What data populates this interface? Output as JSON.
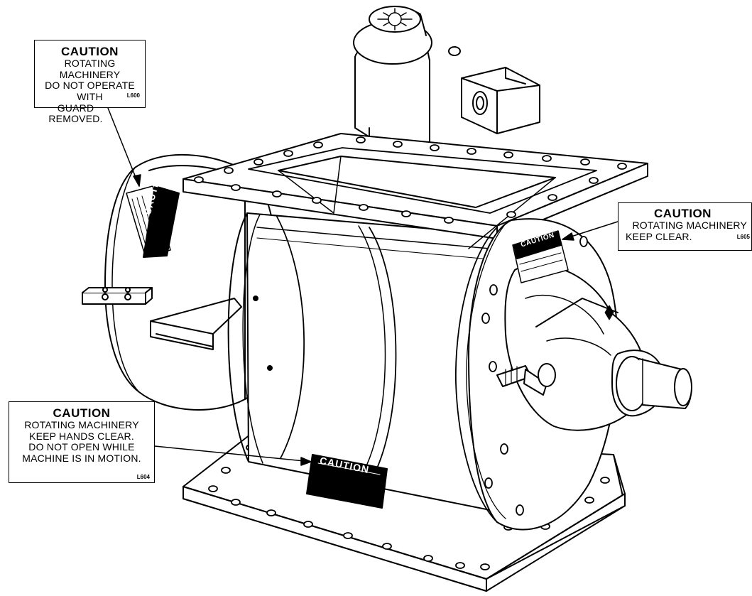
{
  "callouts": {
    "guard": {
      "title": "CAUTION",
      "lines": [
        "ROTATING MACHINERY",
        "DO NOT OPERATE WITH",
        "GUARD REMOVED."
      ],
      "code": "L600"
    },
    "end_plate": {
      "title": "CAUTION",
      "lines": [
        "ROTATING MACHINERY",
        "KEEP CLEAR."
      ],
      "code": "L605"
    },
    "housing": {
      "title": "CAUTION",
      "lines": [
        "ROTATING MACHINERY",
        "KEEP HANDS CLEAR.",
        "DO NOT OPEN WHILE",
        "MACHINE IS IN MOTION."
      ],
      "code": "L604"
    }
  },
  "decals": {
    "guard_decal": "CAUTION",
    "end_plate_decal": "CAUTION",
    "housing_decal": "CAUTION"
  },
  "colors": {
    "ink": "#000000",
    "paper": "#ffffff"
  }
}
